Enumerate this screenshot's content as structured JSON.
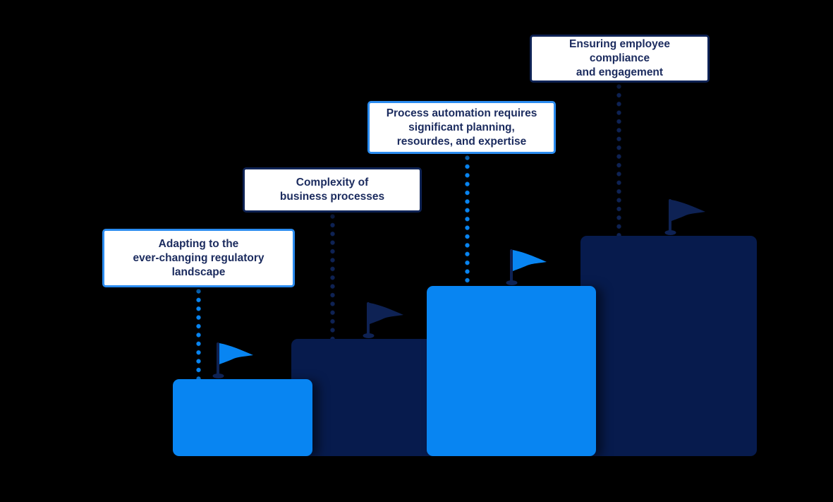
{
  "colors": {
    "background": "#000000",
    "bright_blue": "#0885f2",
    "border_blue": "#2b8cf0",
    "navy": "#071b4d",
    "navy_accent": "#0e2254",
    "text_navy": "#1b2b5e",
    "box_bg": "#ffffff"
  },
  "icons": {
    "step_marker": "flag-icon"
  },
  "callouts": [
    {
      "step": 1,
      "accent": "blue",
      "label": "Adapting to the\never-changing regulatory\nlandscape"
    },
    {
      "step": 2,
      "accent": "navy",
      "label": "Complexity of\nbusiness processes"
    },
    {
      "step": 3,
      "accent": "blue",
      "label": "Process automation requires\nsignificant planning,\nresourdes, and expertise"
    },
    {
      "step": 4,
      "accent": "navy",
      "label": "Ensuring employee\ncompliance\nand engagement"
    }
  ],
  "steps": [
    {
      "order": 1,
      "bar_color": "bright_blue",
      "relative_height": 1
    },
    {
      "order": 2,
      "bar_color": "navy",
      "relative_height": 2
    },
    {
      "order": 3,
      "bar_color": "bright_blue",
      "relative_height": 3
    },
    {
      "order": 4,
      "bar_color": "navy",
      "relative_height": 4
    }
  ]
}
